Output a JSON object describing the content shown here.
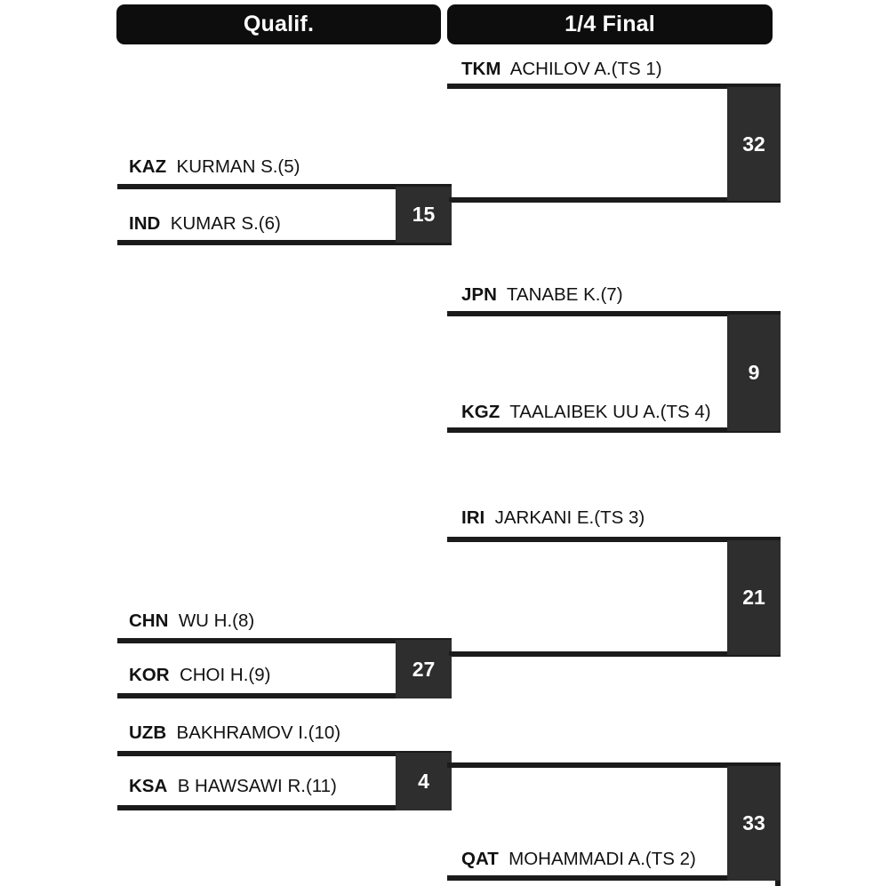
{
  "title": "Tournament Bracket",
  "rounds": [
    {
      "key": "qualif",
      "label": "Qualif."
    },
    {
      "key": "quarter",
      "label": "1/4 Final"
    }
  ],
  "qualif": {
    "matches": [
      {
        "id": "q1",
        "top": {
          "noc": "KAZ",
          "athlete": "KURMAN S.(5)"
        },
        "bottom": {
          "noc": "IND",
          "athlete": "KUMAR S.(6)"
        },
        "score": "15"
      },
      {
        "id": "q2",
        "top": {
          "noc": "CHN",
          "athlete": "WU H.(8)"
        },
        "bottom": {
          "noc": "KOR",
          "athlete": "CHOI H.(9)"
        },
        "score": "27"
      },
      {
        "id": "q3",
        "top": {
          "noc": "UZB",
          "athlete": "BAKHRAMOV I.(10)"
        },
        "bottom": {
          "noc": "KSA",
          "athlete": "B HAWSAWI R.(11)"
        },
        "score": "4"
      }
    ]
  },
  "quarter": {
    "matches": [
      {
        "id": "qf1",
        "top": {
          "noc": "TKM",
          "athlete": "ACHILOV A.(TS 1)"
        },
        "bottom": {
          "noc": "",
          "athlete": ""
        },
        "score": "32"
      },
      {
        "id": "qf2",
        "top": {
          "noc": "JPN",
          "athlete": "TANABE K.(7)"
        },
        "bottom": {
          "noc": "KGZ",
          "athlete": "TAALAIBEK UU A.(TS 4)"
        },
        "score": "9"
      },
      {
        "id": "qf3",
        "top": {
          "noc": "IRI",
          "athlete": "JARKANI E.(TS 3)"
        },
        "bottom": {
          "noc": "",
          "athlete": ""
        },
        "score": "21"
      },
      {
        "id": "qf4",
        "top": {
          "noc": "",
          "athlete": ""
        },
        "bottom": {
          "noc": "QAT",
          "athlete": "MOHAMMADI A.(TS 2)"
        },
        "score": "33"
      }
    ]
  },
  "colors": {
    "line": "#1b1b1b",
    "score_box": "#2e2e2e",
    "header_pill": "#0d0d0d",
    "text": "#121212",
    "background": "#ffffff"
  }
}
